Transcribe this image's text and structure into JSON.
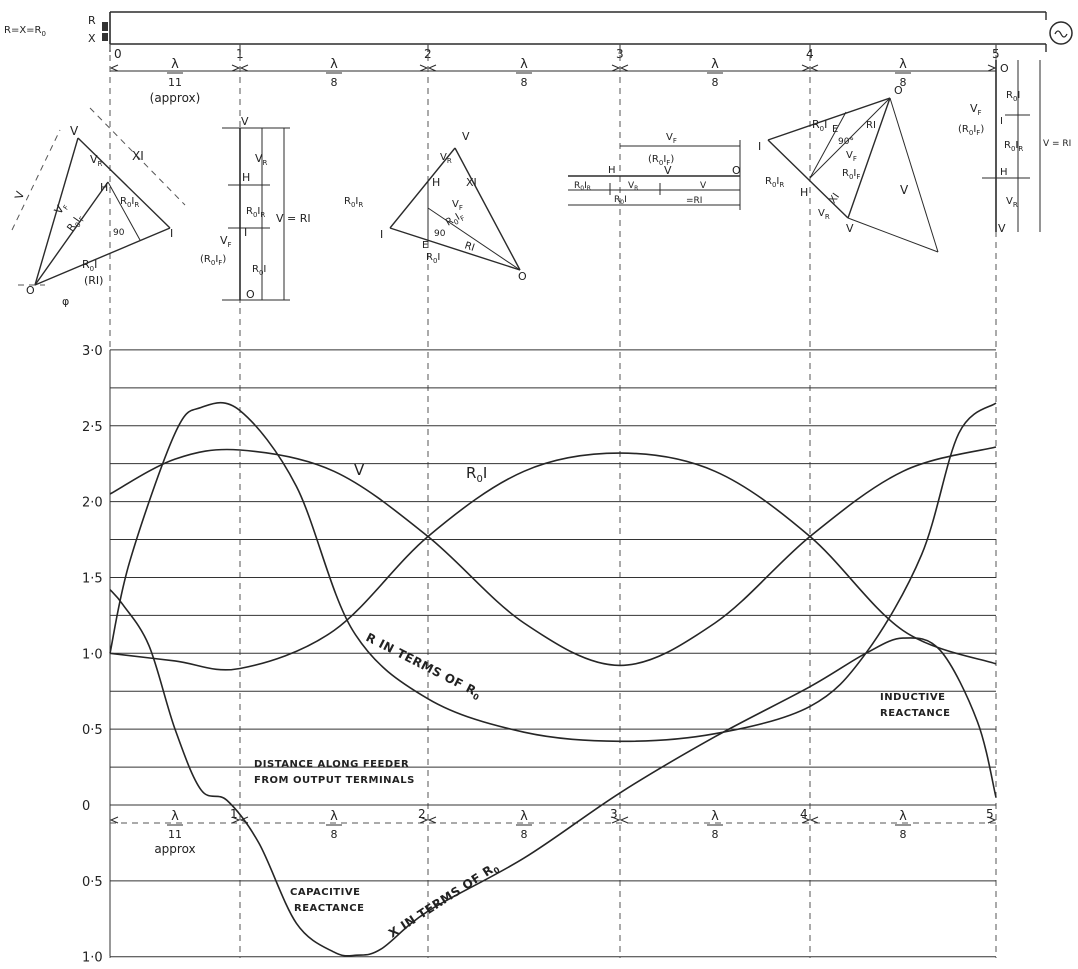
{
  "feeder": {
    "load_label": "R=X=R",
    "load_sub": "0",
    "r_mark": "R",
    "x_mark": "X",
    "generator_symbol": "~",
    "stations": [
      "0",
      "1",
      "2",
      "3",
      "4",
      "5"
    ],
    "top_spacing": {
      "first_num": "λ",
      "first_den": "11",
      "first_note": "(approx)",
      "others_num": "λ",
      "others_den": "8"
    }
  },
  "vector_diagrams": {
    "d0": {
      "V": "V",
      "VR": "V",
      "VR_sub": "R",
      "H": "H",
      "XI": "XI",
      "R0IR": "R",
      "R0IR_a": "0",
      "R0IR_b": "I",
      "R0IR_c": "R",
      "VF": "V",
      "VF_sub": "F",
      "R0IF": "R",
      "R0IF_sub": "0",
      "R0IF_tail": "I",
      "R0IF_tail_sub": "F",
      "angle": "90",
      "I": "I",
      "R0I": "R",
      "R0I_sub": "0",
      "R0I_tail": "I",
      "RI_paren": "(RI)",
      "O": "O",
      "phi": "φ"
    },
    "d1": {
      "V_top": "V",
      "VR": "V",
      "VR_sub": "R",
      "H": "H",
      "R0IR": "R",
      "R0IR_a": "0",
      "R0IR_b": "I",
      "R0IR_c": "R",
      "VF": "V",
      "VF_sub": "F",
      "R0IF": "(R",
      "R0IF_a": "0",
      "R0IF_b": "I",
      "R0IF_c": "F",
      "R0IF_d": ")",
      "I": "I",
      "R0I": "R",
      "R0I_sub": "0",
      "R0I_tail": "I",
      "O": "O",
      "eq": "V = RI"
    },
    "d2": {
      "V": "V",
      "VR": "V",
      "VR_sub": "R",
      "H": "H",
      "XI": "XI",
      "R0IR": "R",
      "R0IR_a": "0",
      "R0IR_b": "I",
      "R0IR_c": "R",
      "VF": "V",
      "VF_sub": "F",
      "R0IF": "R",
      "R0IF_a": "0",
      "R0IF_b": "I",
      "R0IF_c": "F",
      "angle": "90",
      "I": "I",
      "E": "E",
      "RI": "RI",
      "R0I": "R",
      "R0I_sub": "0",
      "R0I_tail": "I",
      "O": "O"
    },
    "d3": {
      "VF": "V",
      "VF_sub": "F",
      "R0IF": "(R",
      "R0IF_a": "0",
      "R0IF_b": "I",
      "R0IF_c": "F",
      "R0IF_d": ")",
      "H": "H",
      "V": "V",
      "O": "O",
      "R0IR": "R",
      "R0IR_a": "0",
      "R0IR_b": "I",
      "R0IR_c": "R",
      "VR": "V",
      "VR_sub": "R",
      "Vb": "V",
      "R0I": "R",
      "R0I_sub": "0",
      "R0I_tail": "I",
      "RI": "=RI"
    },
    "d4": {
      "R0I": "R",
      "R0I_sub": "0",
      "R0I_tail": "I",
      "O": "O",
      "E": "E",
      "angle": "90°",
      "RI": "RI",
      "I": "I",
      "VF": "V",
      "VF_sub": "F",
      "R0IF": "R",
      "R0IF_a": "0",
      "R0IF_b": "I",
      "R0IF_c": "F",
      "R0IR": "R",
      "R0IR_a": "0",
      "R0IR_b": "I",
      "R0IR_c": "R",
      "V": "V",
      "XI": "XI",
      "H": "H",
      "VR": "V",
      "VR_sub": "R",
      "Vb": "V"
    },
    "d5": {
      "O": "O",
      "R0I": "R",
      "R0I_sub": "0",
      "R0I_tail": "I",
      "VF": "V",
      "VF_sub": "F",
      "R0IF": "(R",
      "R0IF_a": "0",
      "R0IF_b": "I",
      "R0IF_c": "F",
      "R0IF_d": ")",
      "I": "I",
      "R0IR": "R",
      "R0IR_a": "0",
      "R0IR_b": "I",
      "R0IR_c": "R",
      "eq": "V = RI",
      "H": "H",
      "VR": "V",
      "VR_sub": "R",
      "V": "V"
    }
  },
  "graph": {
    "y_ticks": [
      "3·0",
      "2·5",
      "2·0",
      "1·5",
      "1·0",
      "0·5",
      "0",
      "0·5",
      "1·0"
    ],
    "curve_labels": {
      "V": "V",
      "R0I": "R",
      "R0I_sub": "0",
      "R0I_tail": "I",
      "R_terms": "R IN TERMS OF R",
      "R_terms_sub": "0",
      "X_terms": "X IN TERMS OF R",
      "X_terms_sub": "0",
      "inductive_1": "INDUCTIVE",
      "inductive_2": "REACTANCE",
      "capacitive_1": "CAPACITIVE",
      "capacitive_2": "REACTANCE",
      "distance_1": "DISTANCE ALONG FEEDER",
      "distance_2": "FROM OUTPUT TERMINALS"
    },
    "bottom_spacing": {
      "first_num": "λ",
      "first_den": "11",
      "first_note": "approx",
      "others_num": "λ",
      "others_den": "8"
    }
  },
  "curves": {
    "V": {
      "x": [
        0,
        0.5,
        1,
        1.5,
        2,
        2.5,
        3,
        3.5,
        4,
        4.5,
        5
      ],
      "y": [
        2.05,
        2.28,
        2.34,
        2.2,
        1.77,
        1.2,
        0.92,
        1.2,
        1.77,
        2.2,
        2.36
      ]
    },
    "R0I": {
      "x": [
        0,
        0.5,
        1,
        1.5,
        2,
        2.5,
        3,
        3.5,
        4,
        4.5,
        5
      ],
      "y": [
        1.0,
        0.95,
        0.9,
        1.15,
        1.77,
        2.2,
        2.32,
        2.2,
        1.77,
        1.15,
        0.93
      ]
    },
    "R": {
      "x": [
        0,
        0.15,
        0.5,
        0.7,
        1,
        1.3,
        1.6,
        2,
        2.5,
        3,
        3.5,
        4,
        4.3,
        4.6,
        4.8,
        5
      ],
      "y": [
        1.0,
        1.6,
        2.45,
        2.62,
        2.6,
        2.1,
        1.15,
        0.7,
        0.48,
        0.42,
        0.47,
        0.65,
        1.0,
        1.65,
        2.45,
        2.65
      ]
    },
    "X": {
      "x": [
        0,
        0.1,
        0.3,
        0.5,
        0.7,
        0.9,
        1.1,
        1.3,
        1.5,
        1.62,
        1.75,
        2,
        2.5,
        3,
        3.5,
        4,
        4.3,
        4.5,
        4.7,
        4.9,
        5
      ],
      "y": [
        1.42,
        1.32,
        1.05,
        0.5,
        0.1,
        0.03,
        -0.25,
        -0.78,
        -0.97,
        -0.99,
        -0.95,
        -0.7,
        -0.35,
        0.08,
        0.45,
        0.78,
        1.0,
        1.1,
        1.02,
        0.55,
        0.05
      ]
    }
  }
}
